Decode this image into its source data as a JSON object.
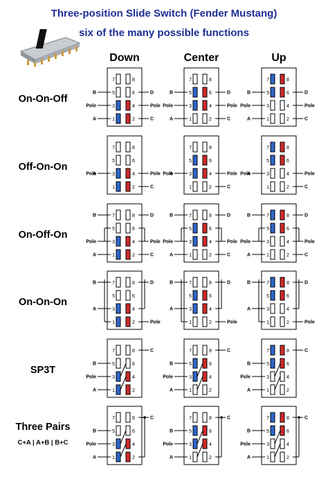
{
  "title_line1": "Three-position Slide Switch (Fender Mustang)",
  "title_line2": "six of the many possible functions",
  "positions": [
    "Down",
    "Center",
    "Up"
  ],
  "colors": {
    "title": "#1d2f95",
    "blue": "#2f66c9",
    "red": "#d12a2a",
    "line": "#000000"
  },
  "terminal_labels": {
    "B": "B",
    "D": "D",
    "Pole": "Pole",
    "A": "A",
    "C": "C"
  },
  "functions": [
    {
      "name": "On-On-Off",
      "sub": "",
      "terminal_style": "onon",
      "active": {
        "Down": [
          3,
          1,
          4,
          2
        ],
        "Center": [
          5,
          3,
          6,
          4
        ],
        "Up": [
          7,
          5,
          8,
          6
        ]
      }
    },
    {
      "name": "Off-On-On",
      "sub": "",
      "terminal_style": "offon",
      "active": {
        "Down": [
          3,
          1,
          4,
          2
        ],
        "Center": [
          5,
          3,
          6,
          4
        ],
        "Up": [
          7,
          5,
          8,
          6
        ]
      }
    },
    {
      "name": "On-Off-On",
      "sub": "",
      "terminal_style": "onoffon",
      "active": {
        "Down": [
          3,
          1,
          4,
          2
        ],
        "Center": [
          5,
          3,
          6,
          4
        ],
        "Up": [
          7,
          5,
          8,
          6
        ]
      }
    },
    {
      "name": "On-On-On",
      "sub": "",
      "terminal_style": "ononon",
      "active": {
        "Down": [
          3,
          1,
          4,
          2
        ],
        "Center": [
          5,
          3,
          6,
          4
        ],
        "Up": [
          7,
          5,
          8,
          6
        ]
      }
    },
    {
      "name": "SP3T",
      "sub": "",
      "terminal_style": "sp3t",
      "active": {
        "Down": [
          3,
          1,
          4,
          2
        ],
        "Center": [
          5,
          3,
          6,
          4
        ],
        "Up": [
          7,
          5,
          8,
          6
        ]
      }
    },
    {
      "name": "Three Pairs",
      "sub": "C+A  |  A+B  |  B+C",
      "terminal_style": "pairs",
      "active": {
        "Down": [
          3,
          1,
          4,
          2
        ],
        "Center": [
          5,
          3,
          6,
          4
        ],
        "Up": [
          7,
          5,
          8,
          6
        ]
      }
    }
  ]
}
